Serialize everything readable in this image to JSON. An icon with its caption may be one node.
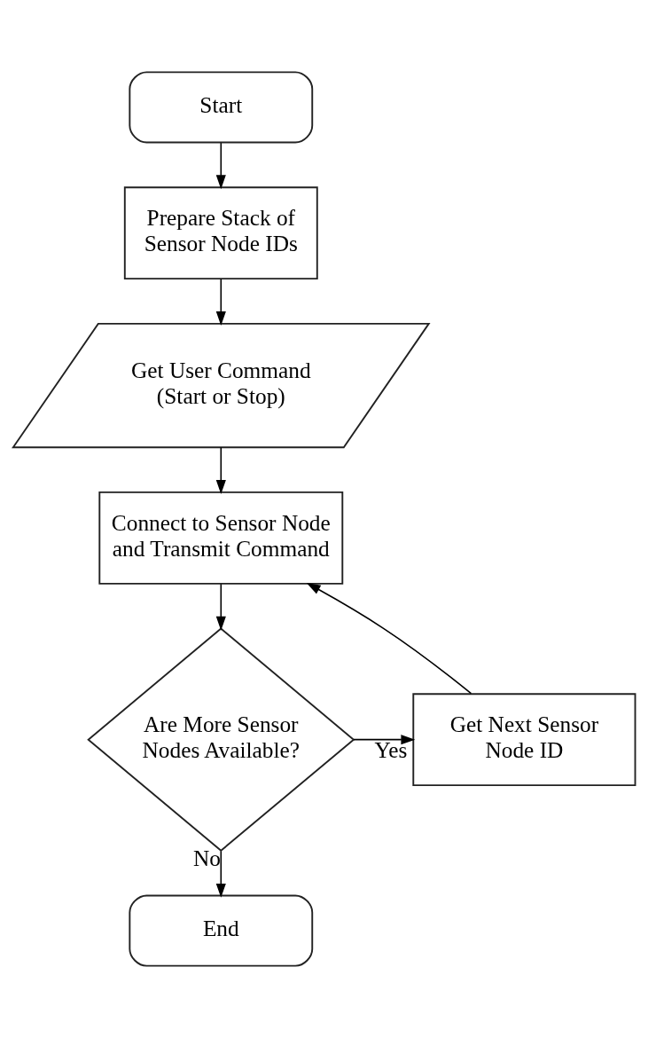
{
  "diagram": {
    "nodes": [
      {
        "text": [
          "Start"
        ]
      },
      {
        "text": [
          "Prepare Stack of Sensor Node IDs"
        ]
      },
      {
        "text": [
          "Get User Command (Start or Stop)"
        ]
      },
      {
        "text": [
          "Connect to Sensor Node and Transmit Command"
        ]
      },
      {
        "text": [
          "Get Next Sensor Node ID"
        ]
      },
      {
        "text": [
          "Are More Sensor Nodes Available?"
        ]
      },
      {
        "text": [
          "End"
        ]
      }
    ],
    "edges": [
      {
        "from": 0,
        "to": 1,
        "arrow": "to"
      },
      {
        "from": 1,
        "to": 2,
        "arrow": "to"
      },
      {
        "from": 2,
        "to": 3,
        "arrow": "to"
      },
      {
        "from": 3,
        "to": 5,
        "arrow": "to"
      },
      {
        "from": 5,
        "to": 4,
        "arrow": "to",
        "label": "Yes"
      },
      {
        "from": 4,
        "to": 3,
        "arrow": "to"
      },
      {
        "from": 5,
        "to": 6,
        "arrow": "to",
        "label": "No"
      }
    ]
  }
}
